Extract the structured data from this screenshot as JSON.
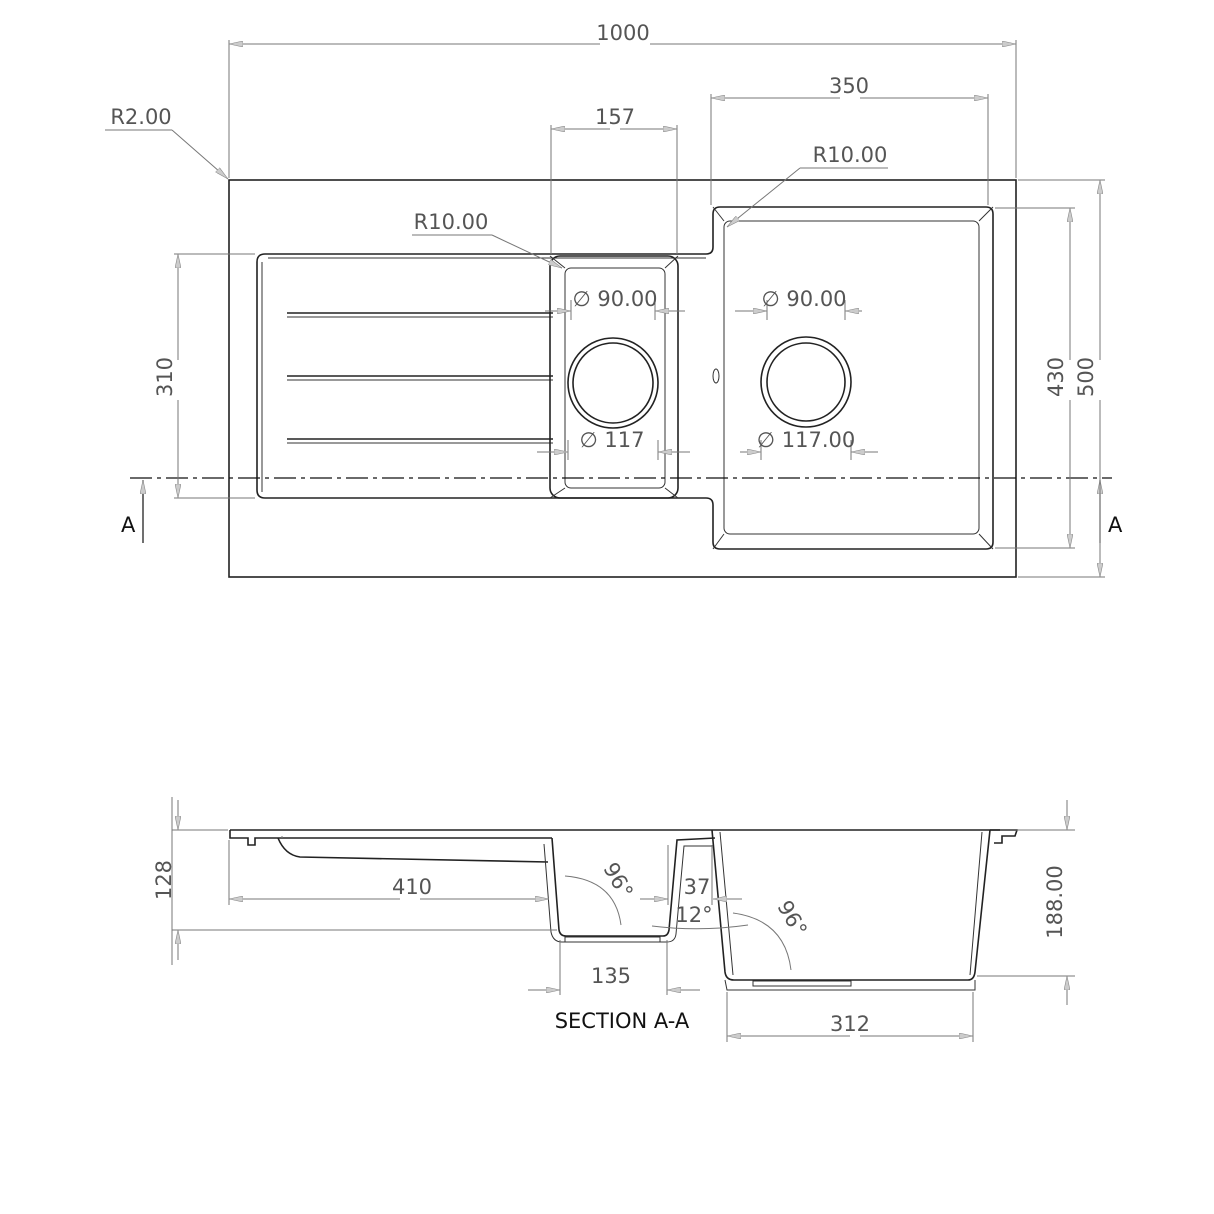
{
  "plan_view": {
    "overall_width": "1000",
    "bowl_width": "350",
    "small_bowl_width": "157",
    "corner_radius": "R2.00",
    "bowl_radius_large": "R10.00",
    "bowl_radius_small": "R10.00",
    "small_drain_inner": "∅ 90.00",
    "small_drain_outer": "∅ 117",
    "large_drain_inner": "∅ 90.00",
    "large_drain_outer": "∅ 117.00",
    "drainer_depth": "310",
    "bowl_depth": "430",
    "overall_depth": "500",
    "section_marker_left": "A",
    "section_marker_right": "A"
  },
  "section_view": {
    "title": "SECTION A-A",
    "small_bowl_height": "128",
    "large_bowl_height": "188.00",
    "drainer_length": "410",
    "small_bowl_bottom": "135",
    "gap": "37",
    "small_angle": "96°",
    "gap_angle": "12°",
    "large_angle": "96°",
    "large_bowl_bottom": "312"
  }
}
